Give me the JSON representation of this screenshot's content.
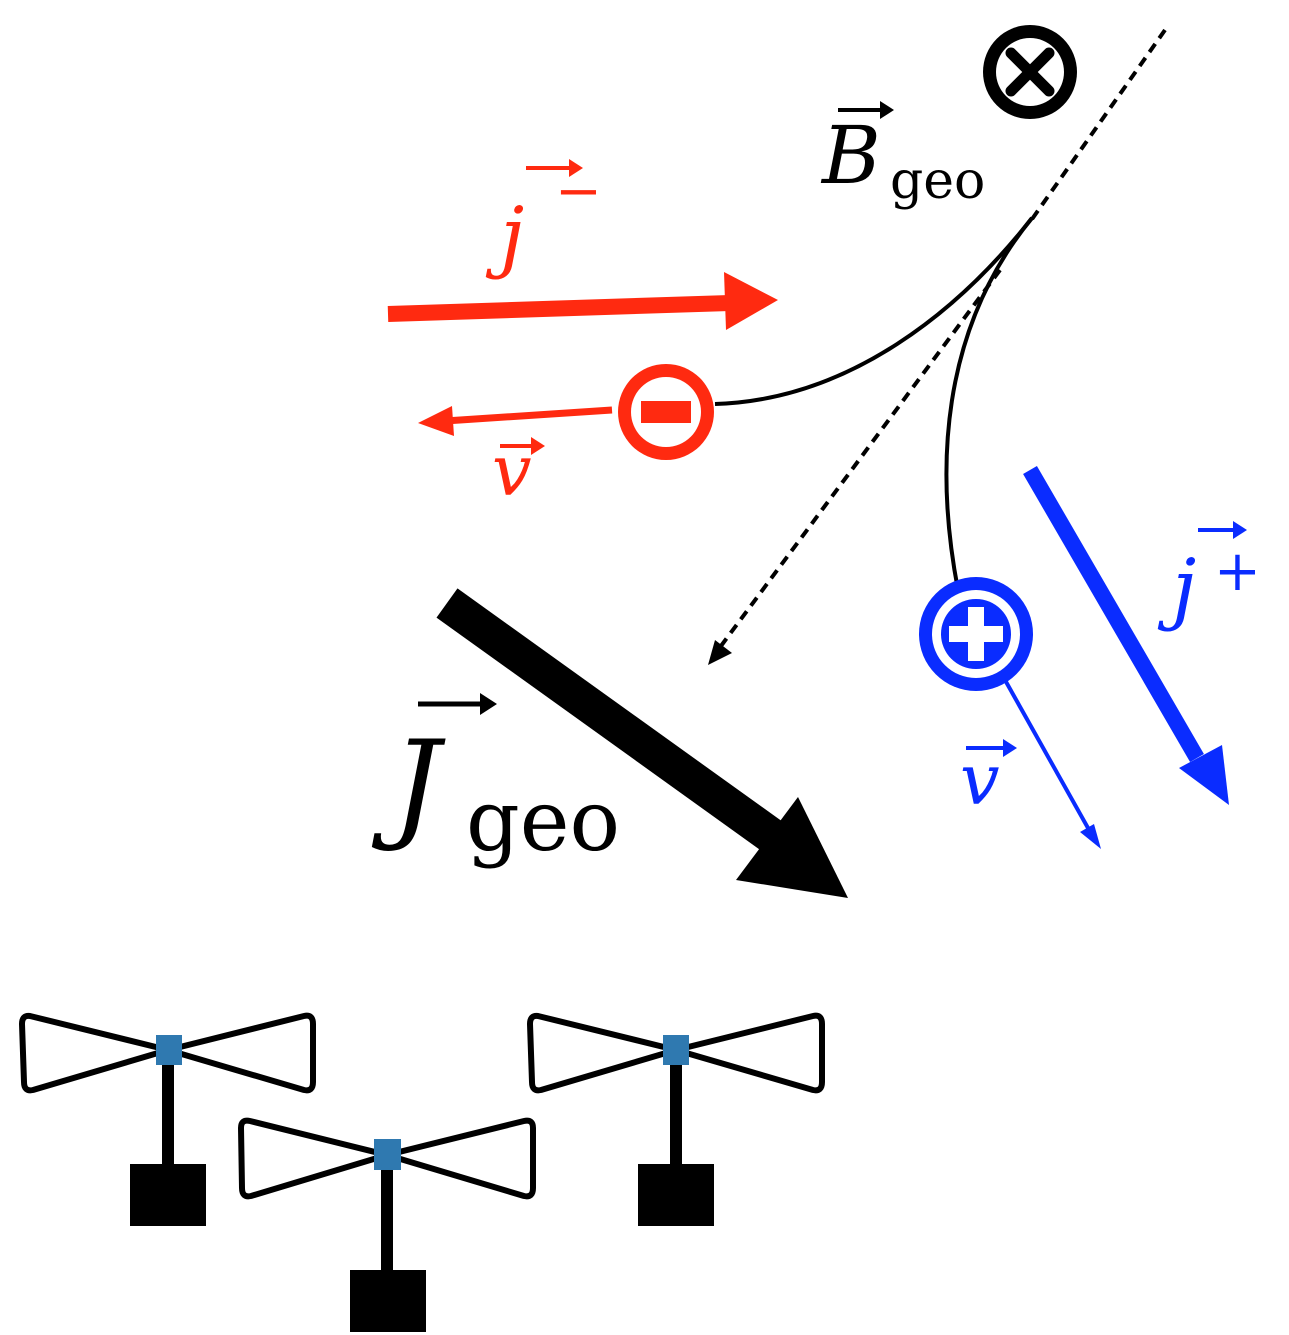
{
  "labels": {
    "b_field_symbol": "B",
    "b_field_subscript": "geo",
    "j_minus_symbol": "j",
    "j_minus_superscript": "−",
    "j_plus_symbol": "j",
    "j_plus_superscript": "+",
    "v_red_symbol": "v",
    "v_blue_symbol": "v",
    "j_total_symbol": "J",
    "j_total_subscript": "geo"
  },
  "colors": {
    "negative": "#ff2a10",
    "positive": "#0a2cff",
    "neutral": "#000000",
    "antenna_feed": "#2f79b0"
  },
  "icons": {
    "b_field_direction": "into-page-cross-icon",
    "negative_particle": "minus-charge-icon",
    "positive_particle": "plus-charge-icon",
    "antenna": "bowtie-antenna-icon"
  }
}
